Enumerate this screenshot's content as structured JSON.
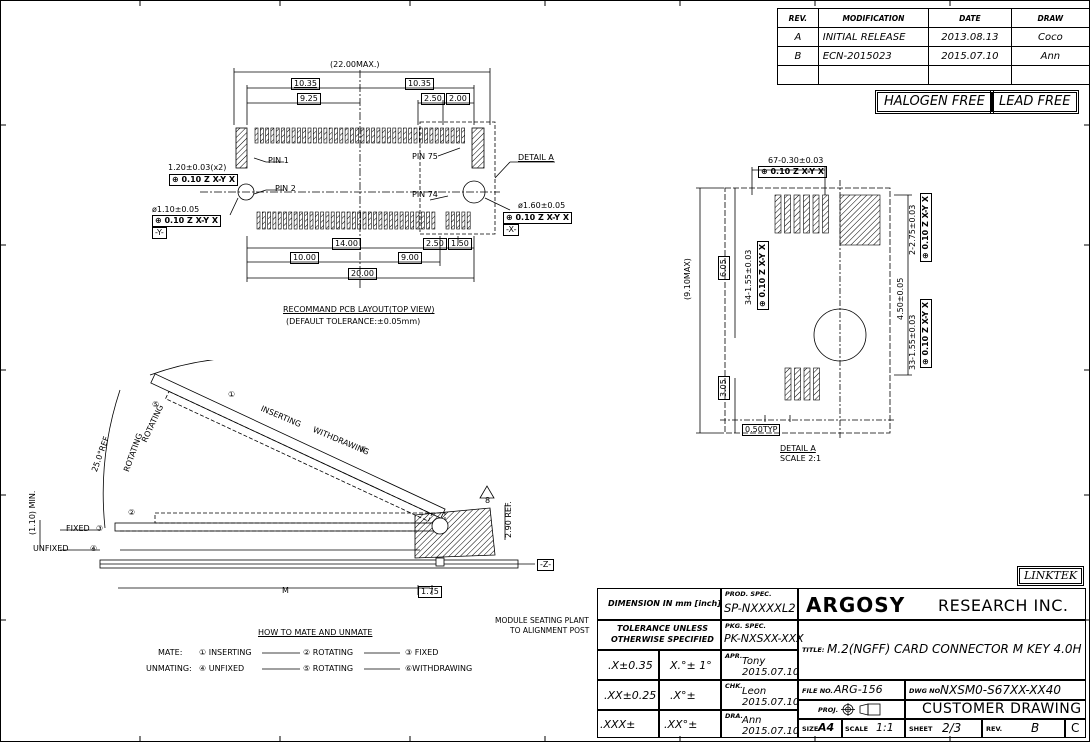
{
  "revision_table": {
    "headers": [
      "REV.",
      "MODIFICATION",
      "DATE",
      "DRAW"
    ],
    "rows": [
      [
        "A",
        "INITIAL RELEASE",
        "2013.08.13",
        "Coco"
      ],
      [
        "B",
        "ECN-2015023",
        "2015.07.10",
        "Ann"
      ],
      [
        "",
        "",
        "",
        ""
      ]
    ]
  },
  "badges": {
    "halogen": "HALOGEN FREE",
    "lead": "LEAD FREE"
  },
  "pcb_layout": {
    "dims": {
      "overall": "(22.00MAX.)",
      "half_left": "10.35",
      "half_right": "10.35",
      "d925": "9.25",
      "d250_top": "2.50",
      "d200": "2.00",
      "d1400": "14.00",
      "d250_bot": "2.50",
      "d150": "1.50",
      "d1000": "10.00",
      "d900": "9.00",
      "d2000": "20.00"
    },
    "pin1": "PIN 1",
    "pin2": "PIN 2",
    "pin74": "PIN 74",
    "pin75": "PIN 75",
    "detail_a": "DETAIL A",
    "pad_note": "1.20±0.03(x2)",
    "hole_left": "ø1.10±0.05",
    "hole_right": "ø1.60±0.05",
    "fcf": "⊕ 0.10 Z X-Y X",
    "datum_y": "-Y-",
    "datum_x": "-X-",
    "caption1": "RECOMMAND PCB LAYOUT(TOP VIEW)",
    "caption2": "(DEFAULT TOLERANCE:±0.05mm)"
  },
  "detail_view": {
    "top_dim": "67-0.30±0.03",
    "fcf": "⊕ 0.10 Z X-Y X",
    "max": "(9.10MAX)",
    "d605": "6.05",
    "d34": "34-1.55±0.03",
    "d275": "2-2.75±0.03",
    "d450": "4.50±0.05",
    "d33": "33-1.55±0.03",
    "d305": "3.05",
    "d050": "0.50TYP",
    "label": "DETAIL A",
    "scale": "SCALE 2:1"
  },
  "side_view": {
    "angle": "25.0°REF",
    "rotating1": "ROTATING",
    "rotating2": "ROTATING",
    "inserting": "INSERTING",
    "withdrawing": "WITHDRAWING",
    "fixed": "FIXED",
    "unfixed": "UNFIXED",
    "min": "(1.10) MIN.",
    "ref": "2.90 REF.",
    "z": "-Z-",
    "m": "M",
    "d175": "1.75",
    "seat1": "MODULE SEATING PLANT",
    "seat2": "TO ALIGNMENT POST",
    "how": "HOW TO MATE AND UNMATE",
    "mate": "MATE:",
    "unmating": "UNMATING:",
    "steps_mate": [
      "① INSERTING",
      "② ROTATING",
      "③ FIXED"
    ],
    "steps_unmate": [
      "④ UNFIXED",
      "⑤ ROTATING",
      "⑥WITHDRAWING"
    ],
    "n1": "①",
    "n2": "②",
    "n3": "③",
    "n4": "④",
    "n5": "⑤",
    "n6": "⑥",
    "n8": "8"
  },
  "brand": "LINKTEK",
  "title_block": {
    "dim_in": "DIMENSION IN mm [inch]",
    "tol1": "TOLERANCE UNLESS",
    "tol2": "OTHERWISE SPECIFIED",
    "tol_rows": [
      [
        ".X±0.35",
        "X.°± 1°"
      ],
      [
        ".XX±0.25",
        ".X°±"
      ],
      [
        ".XXX±",
        ".XX°±"
      ]
    ],
    "prod_spec_label": "PROD. SPEC.",
    "prod_spec": "SP-NXXXXL2",
    "pkg_spec_label": "PKG. SPEC.",
    "pkg_spec": "PK-NXSXX-XXX",
    "apr_label": "APR.",
    "apr_name": "Tony",
    "apr_date": "2015.07.10",
    "chk_label": "CHK.",
    "chk_name": "Leon",
    "chk_date": "2015.07.10",
    "dra_label": "DRA.",
    "dra_name": "Ann",
    "dra_date": "2015.07.10",
    "company_logo": "ARGOSY",
    "company_rest": "RESEARCH INC.",
    "title_label": "TITLE:",
    "title": "M.2(NGFF) CARD CONNECTOR M KEY 4.0H",
    "file_label": "FILE NO.",
    "file": "ARG-156",
    "dwg_label": "DWG NO.",
    "dwg": "NXSM0-S67XX-XX40",
    "proj_label": "PROJ.",
    "customer": "CUSTOMER DRAWING",
    "size_label": "SIZE",
    "size": "A4",
    "scale_label": "SCALE",
    "scale": "1:1",
    "sheet_label": "SHEET",
    "sheet": "2/3",
    "rev_label": "REV.",
    "rev": "B",
    "c": "C"
  }
}
